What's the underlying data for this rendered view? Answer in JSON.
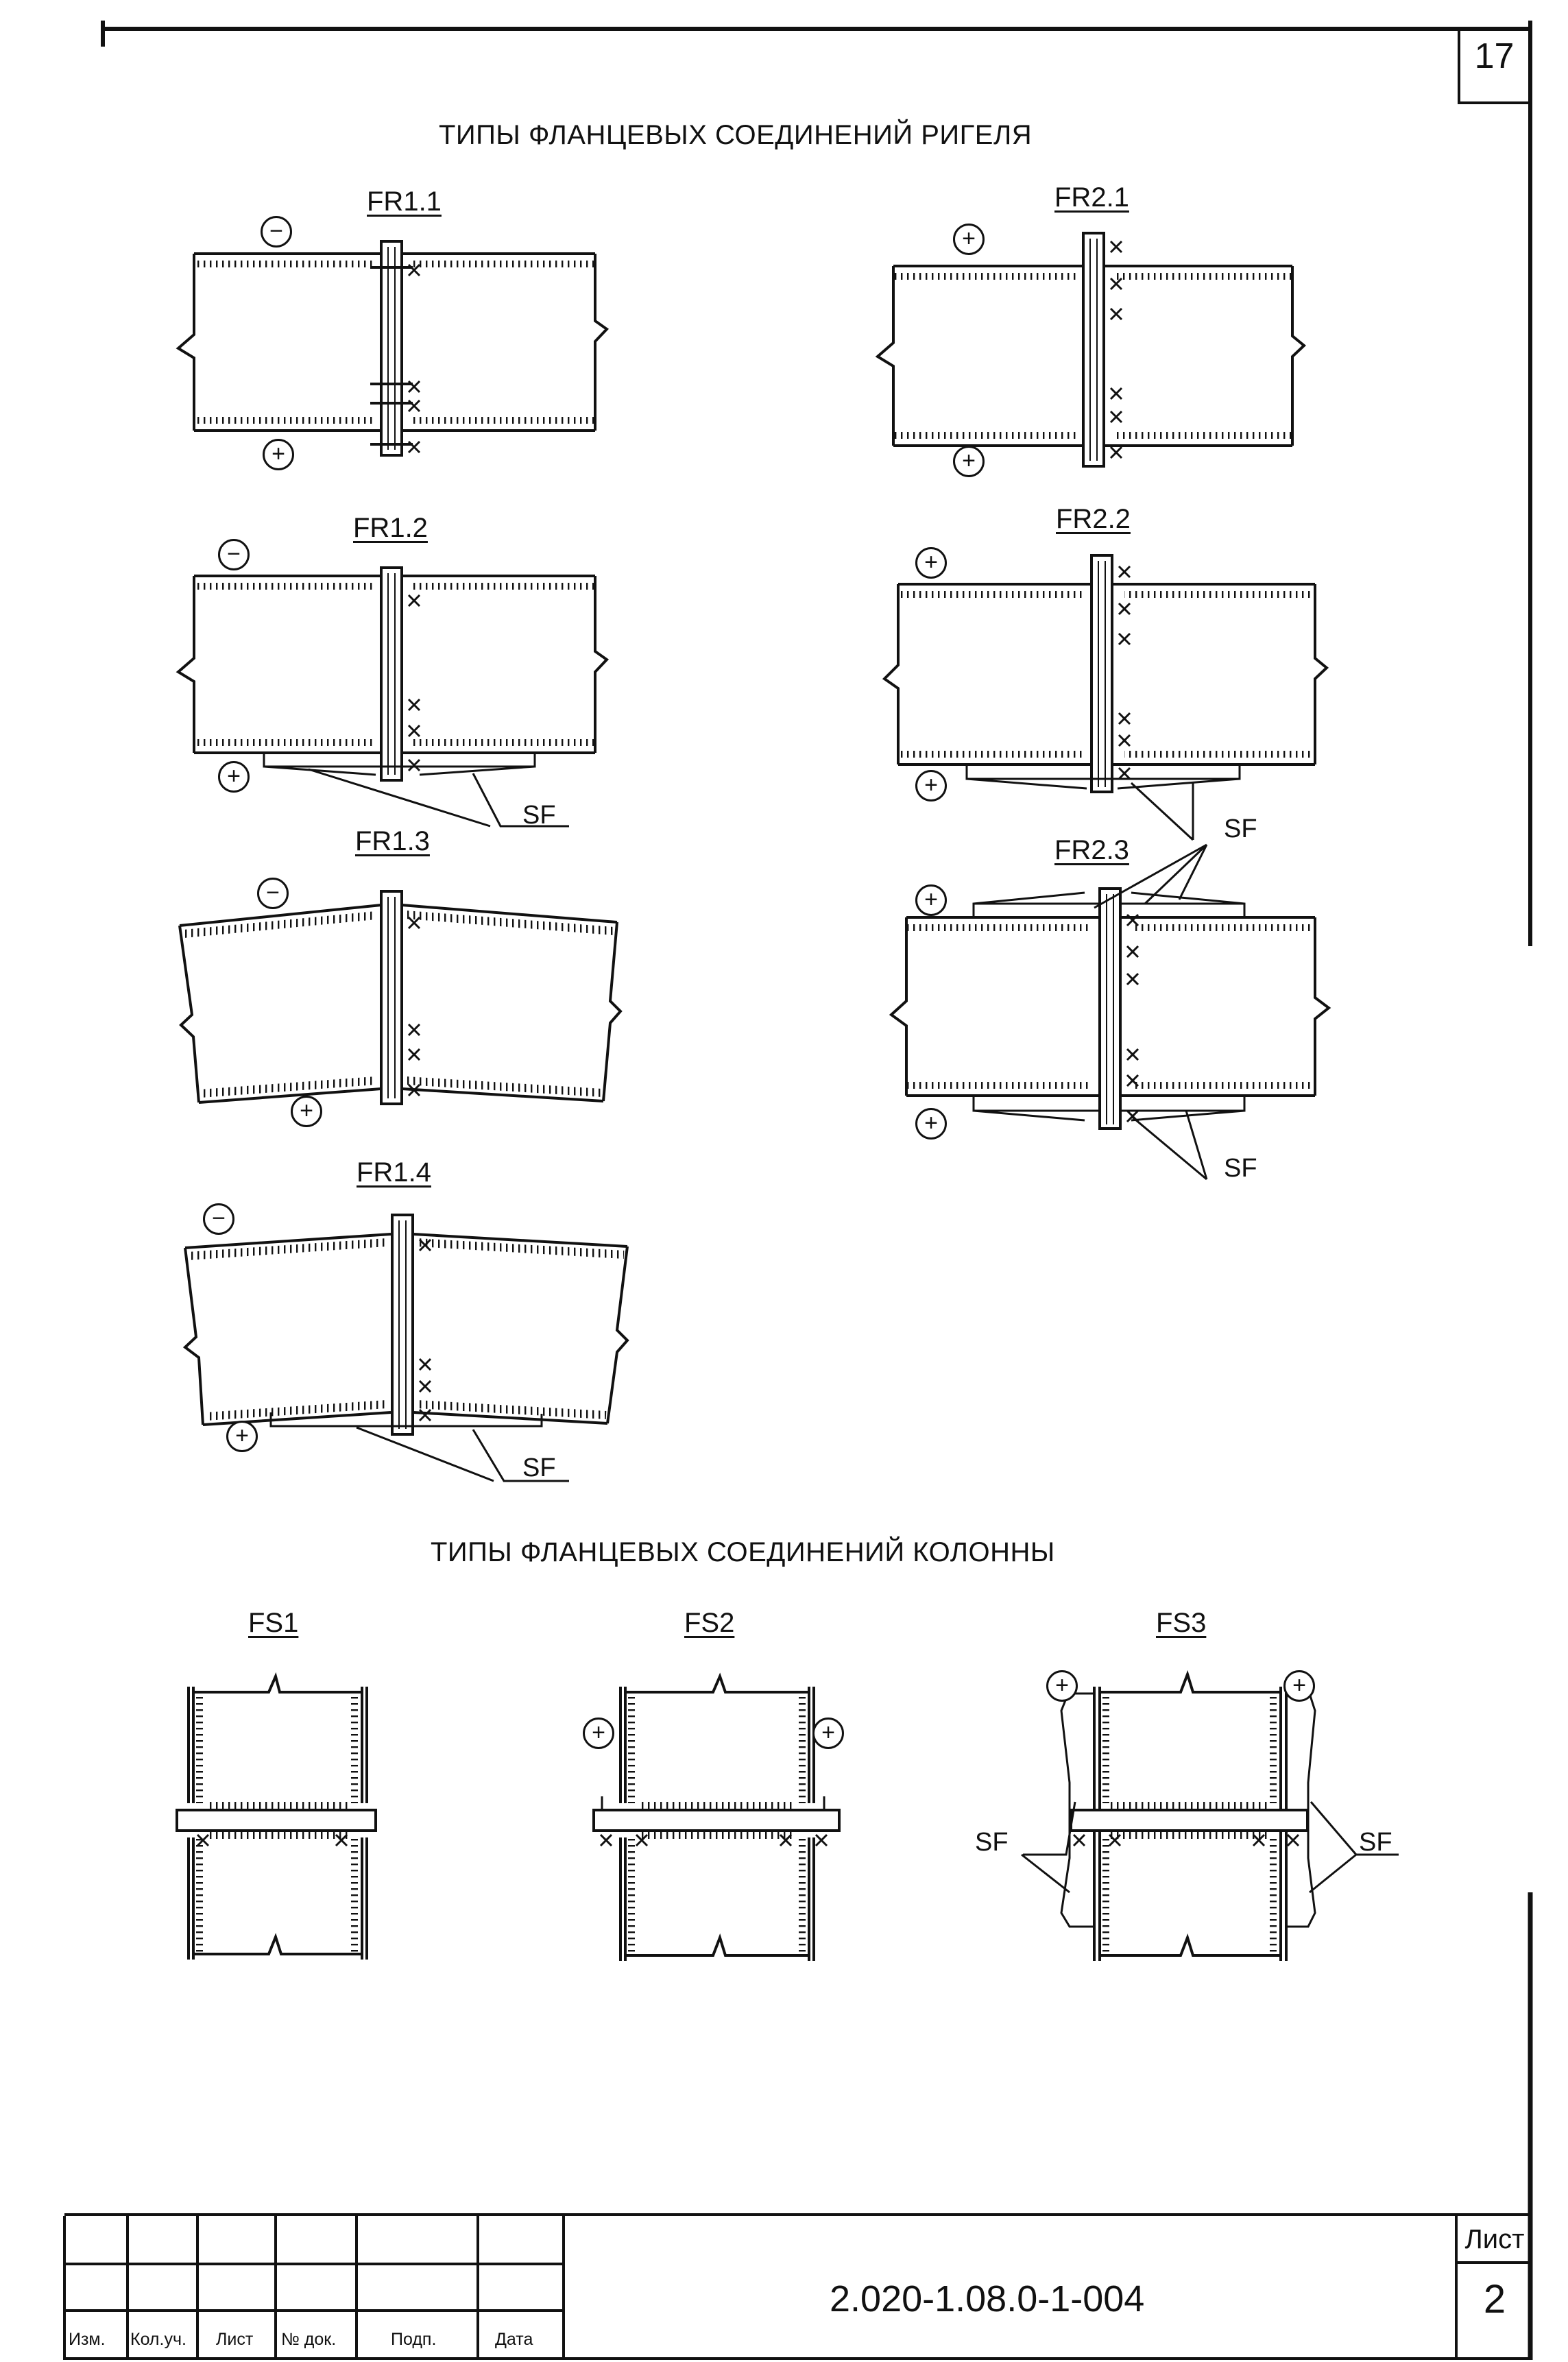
{
  "sheet_corner_number": "17",
  "section_beam": {
    "title": "ТИПЫ ФЛАНЦЕВЫХ СОЕДИНЕНИЙ РИГЕЛЯ",
    "joints": [
      {
        "label": "FR1.1",
        "top_sign": "−",
        "bottom_sign": "+"
      },
      {
        "label": "FR1.2",
        "top_sign": "−",
        "bottom_sign": "+",
        "tag": "SF"
      },
      {
        "label": "FR1.3",
        "top_sign": "−",
        "bottom_sign": "+"
      },
      {
        "label": "FR1.4",
        "top_sign": "−",
        "bottom_sign": "+",
        "tag": "SF"
      },
      {
        "label": "FR2.1",
        "top_sign": "+",
        "bottom_sign": "+"
      },
      {
        "label": "FR2.2",
        "top_sign": "+",
        "bottom_sign": "+",
        "tag": "SF"
      },
      {
        "label": "FR2.3",
        "top_sign": "+",
        "bottom_sign": "+",
        "tag": "SF"
      }
    ]
  },
  "section_column": {
    "title": "ТИПЫ ФЛАНЦЕВЫХ СОЕДИНЕНИЙ КОЛОННЫ",
    "joints": [
      {
        "label": "FS1"
      },
      {
        "label": "FS2",
        "left_sign": "+",
        "right_sign": "+"
      },
      {
        "label": "FS3",
        "left_sign": "+",
        "right_sign": "+",
        "left_tag": "SF",
        "right_tag": "SF"
      }
    ]
  },
  "title_block": {
    "columns": [
      "Изм.",
      "Кол.уч.",
      "Лист",
      "№ док.",
      "Подп.",
      "Дата"
    ],
    "document_number": "2.020-1.08.0-1-004",
    "sheet_label": "Лист",
    "sheet_number": "2"
  }
}
